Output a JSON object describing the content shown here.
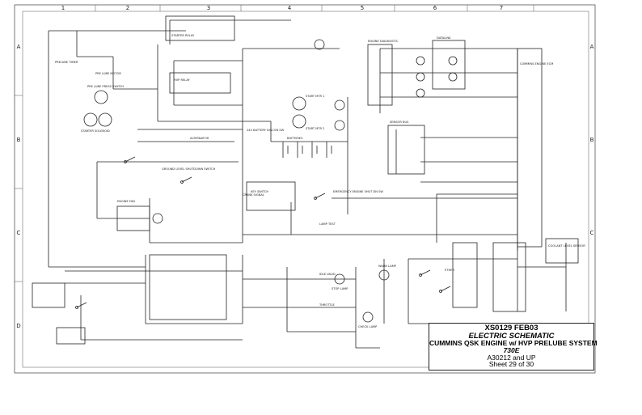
{
  "grid": {
    "columns": [
      "1",
      "2",
      "3",
      "4",
      "5",
      "6",
      "7"
    ],
    "rows": [
      "A",
      "B",
      "C",
      "D"
    ]
  },
  "title_block": {
    "doc_line": "XS0129    FEB03",
    "title": "ELECTRIC SCHEMATIC",
    "subtitle": "CUMMINS QSK ENGINE w/ HVP PRELUBE SYSTEM",
    "model": "730E",
    "serial_range": "A30212 and UP",
    "sheet": "Sheet 29 of 30"
  },
  "labels": {
    "starter_relay": "STARTER RELAY",
    "prelube_pressure_switch": "PRE LUBE PRESS SWITCH",
    "starter_solenoid": "STARTER SOLENOID",
    "alternator": "ALTERNATOR",
    "batteries": "BATTERIES",
    "battery_disconnect": "24V BATTERY DISCON SW",
    "start_motor_1": "START MTR 1",
    "start_motor_2": "START MTR 2",
    "emergency_shutdown": "EMERGENCY ENGINE SHUT DN SW",
    "cummins_ecm": "CUMMINS ENGINE ECM",
    "datalink": "DATALINK",
    "engine_diagnostic": "ENGINE DIAGNOSTIC",
    "ground_level_shutdown": "GROUND LEVEL SHUTDOWN SWITCH",
    "lamp_test": "LAMP TEST",
    "sensor_bus": "SENSOR BUS",
    "stop_lamp": "STOP LAMP",
    "check_lamp": "CHECK LAMP",
    "warning_lamp": "WARN LAMP",
    "key_switch": "KEY SWITCH",
    "idle_validation": "IDLE VALID",
    "throttle": "THROTTLE",
    "coolant_level": "COOLANT LEVEL SENSOR",
    "ether": "ETHER",
    "crank_signal": "CRANK SIGNAL",
    "engine_fan": "ENGINE FAN",
    "prelube_motor": "PRE LUBE MOTOR",
    "prelube_timer": "PRELUBE TIMER",
    "hvp_relay": "HVP RELAY"
  },
  "colors": {
    "ink": "#222222",
    "paper": "#ffffff",
    "border": "#555555"
  }
}
